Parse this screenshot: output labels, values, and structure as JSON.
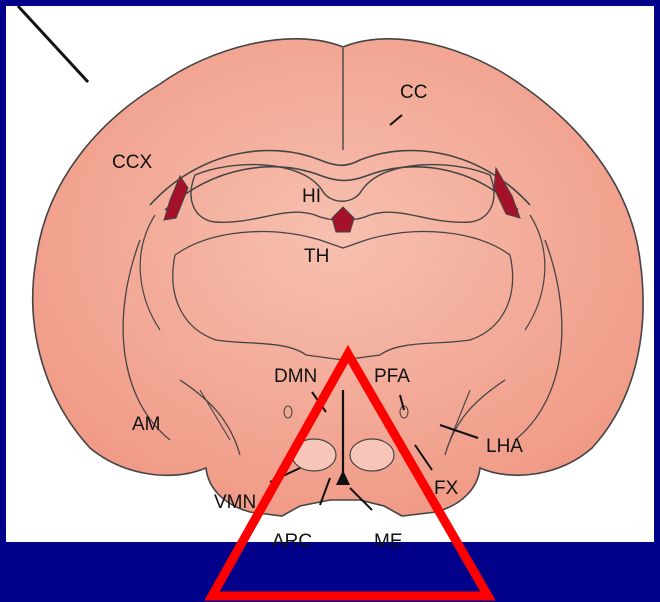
{
  "diagram": {
    "labels": {
      "cc": "CC",
      "ccx": "CCX",
      "hi": "HI",
      "th": "TH",
      "dmn": "DMN",
      "pfa": "PFA",
      "am": "AM",
      "lha": "LHA",
      "fx": "FX",
      "vmn": "VMN",
      "arc": "ARC",
      "me": "ME"
    }
  },
  "colors": {
    "background": "#00008b",
    "panel": "#ffffff",
    "brain_fill": "#f2a591",
    "brain_highlight": "#f7c0b0",
    "accent_red": "#a3122a",
    "triangle": "#ff0000",
    "outline": "#333333"
  }
}
